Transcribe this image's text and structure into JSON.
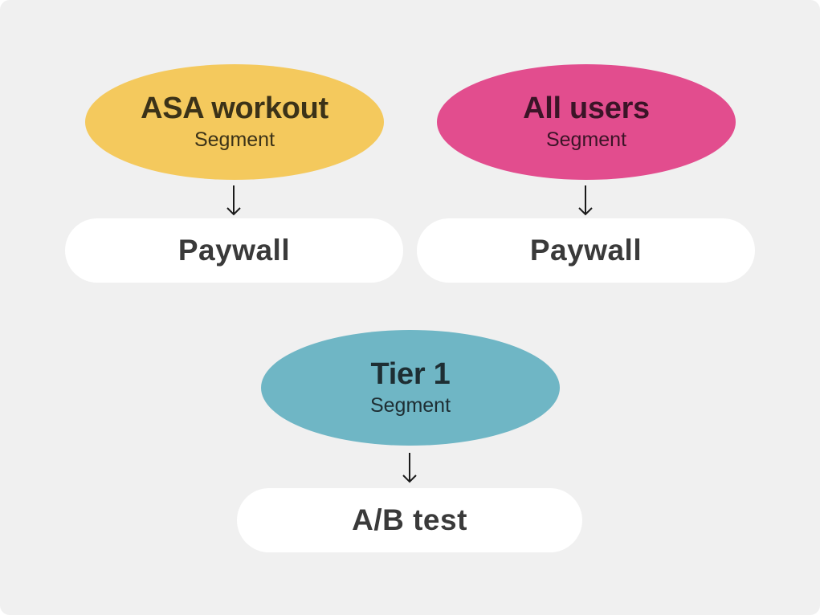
{
  "nodes": {
    "segment_1": {
      "title": "ASA workout",
      "subtitle": "Segment",
      "color": "#f4c95d"
    },
    "segment_2": {
      "title": "All users",
      "subtitle": "Segment",
      "color": "#e24d8e"
    },
    "segment_3": {
      "title": "Tier 1",
      "subtitle": "Segment",
      "color": "#6fb6c5"
    },
    "action_1": {
      "label": "Paywall"
    },
    "action_2": {
      "label": "Paywall"
    },
    "action_3": {
      "label": "A/B test"
    }
  },
  "edges": [
    {
      "from": "segment_1",
      "to": "action_1"
    },
    {
      "from": "segment_2",
      "to": "action_2"
    },
    {
      "from": "segment_3",
      "to": "action_3"
    }
  ],
  "colors": {
    "background": "#f0f0f0",
    "pill": "#ffffff",
    "arrow": "#1a1a1a"
  }
}
